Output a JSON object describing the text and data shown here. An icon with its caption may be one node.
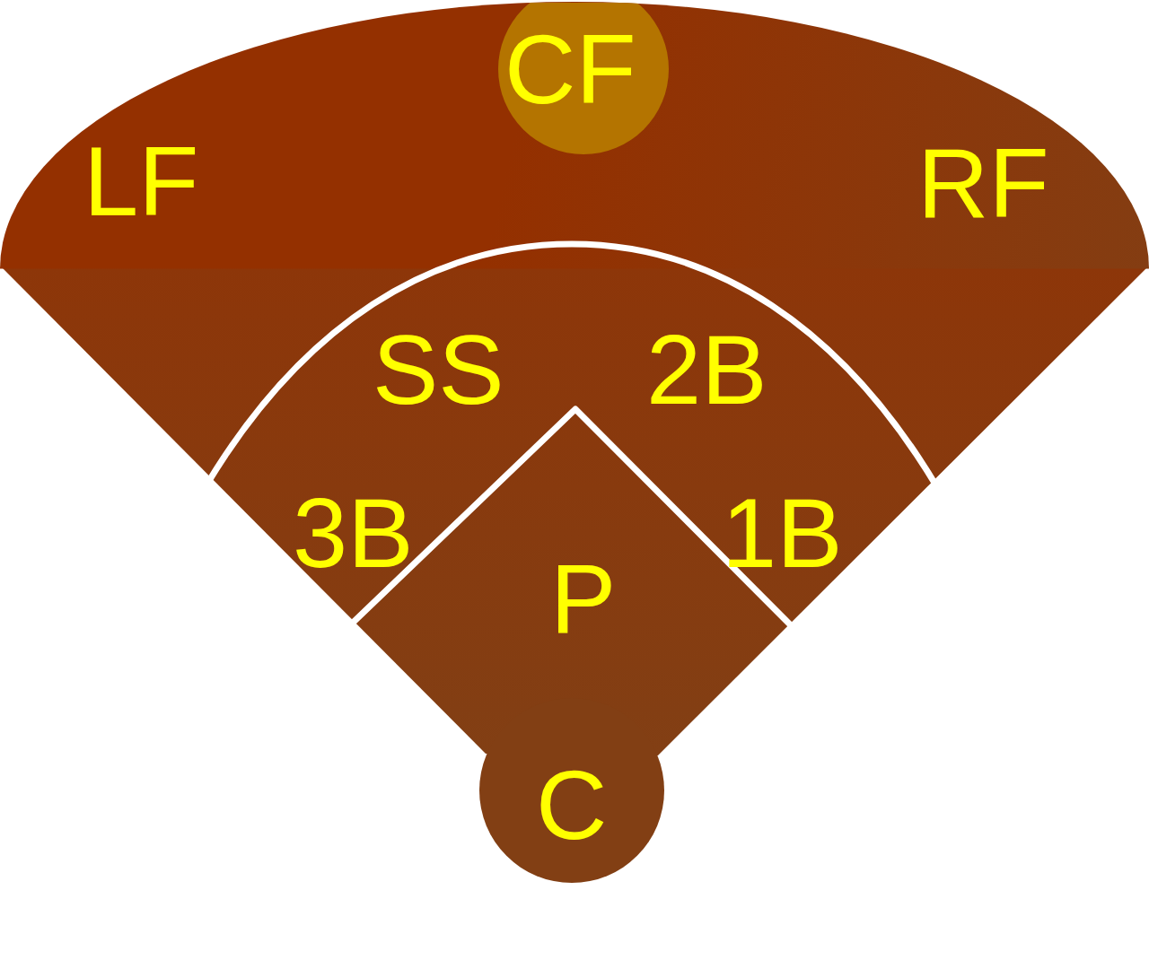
{
  "diagram": {
    "nodes": [
      {
        "text": [
          "LF",
          "RF",
          "SS",
          "2B",
          "3B",
          "1B",
          "P"
        ]
      },
      {
        "text": [
          "CF"
        ]
      },
      {
        "text": [
          "C"
        ]
      }
    ]
  }
}
